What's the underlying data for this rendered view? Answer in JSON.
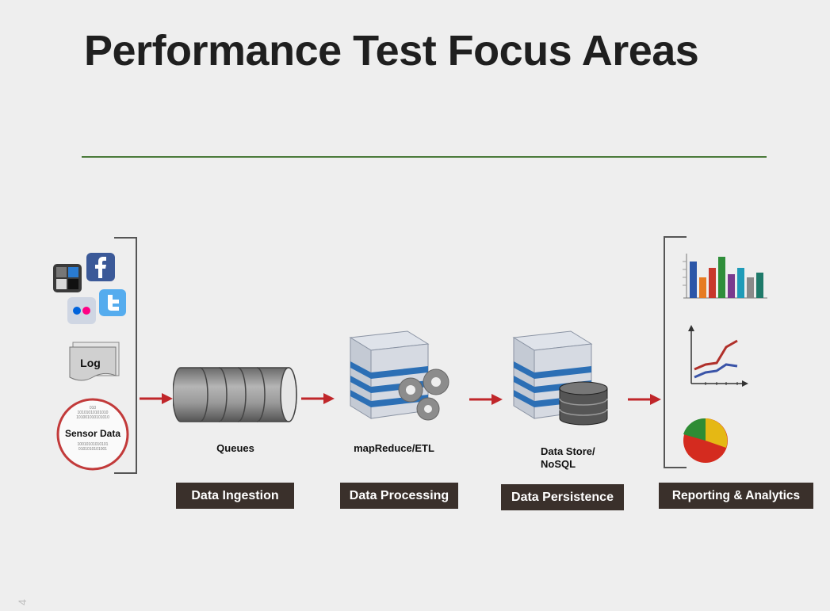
{
  "slide": {
    "title": "Performance Test Focus Areas",
    "page_number": "4"
  },
  "sources": {
    "log_label": "Log",
    "sensor_label": "Sensor Data",
    "sensor_bits": [
      "010",
      "10101010101010",
      "101001010101010",
      "10010101010101",
      "0101010101001"
    ]
  },
  "nodes": {
    "queues_label": "Queues",
    "mapreduce_label": "mapReduce/ETL",
    "datastore_label_line1": "Data Store/",
    "datastore_label_line2": "NoSQL"
  },
  "stages": {
    "ingestion": "Data Ingestion",
    "processing": "Data Processing",
    "persistence": "Data Persistence",
    "reporting": "Reporting & Analytics"
  },
  "colors": {
    "arrow": "#c0262a",
    "stage_bg": "#3a302b",
    "rule": "#4a7a3a",
    "server_stripe": "#2c6fb5"
  },
  "icons": [
    "windows-icon",
    "facebook-icon",
    "flickr-icon",
    "twitter-icon",
    "log-document-icon",
    "sensor-data-icon",
    "queue-cylinder-icon",
    "server-gears-icon",
    "server-database-icon",
    "bar-chart-icon",
    "line-chart-icon",
    "pie-chart-icon",
    "right-arrow-icon"
  ]
}
